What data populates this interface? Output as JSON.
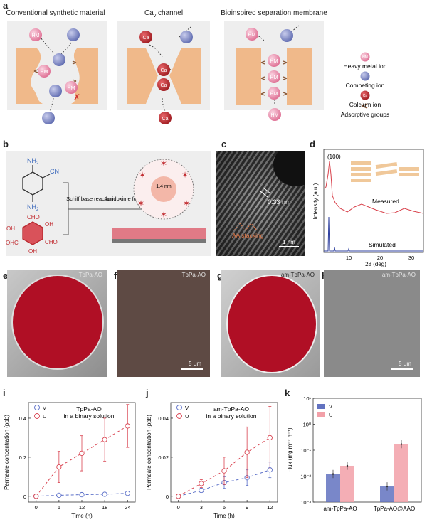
{
  "panel_a": {
    "label": "a",
    "titles": [
      "Conventional synthetic material",
      "Ca",
      "channel",
      "Bioinspired separation membrane"
    ],
    "ca_sub": "v",
    "ion_hm": "HM",
    "ion_ca": "Ca",
    "legend": [
      "Heavy metal ion",
      "Competing ion",
      "Calcium ion",
      "Adsorptive groups"
    ],
    "colors": {
      "orange": "#f0b98a",
      "pink": "#e87fa0",
      "blue": "#7b86c4",
      "red": "#c0282d",
      "gray": "#eeeeee"
    }
  },
  "panel_b": {
    "label": "b",
    "nh2_top": "NH",
    "nh2_sub": "2",
    "cn": "CN",
    "nh2_bottom": "NH",
    "cho": "CHO",
    "oh": "OH",
    "ohc": "OHC",
    "schiff": "Schiff base reaction",
    "amidoxime": "Amidoxime functionalization",
    "pore": "1.4 nm"
  },
  "panel_c": {
    "label": "c",
    "spacing": "0.33 nm",
    "stacking": "AA stacking",
    "scale": "1 nm"
  },
  "panel_d": {
    "label": "d",
    "peak": "(100)",
    "measured": "Measured",
    "simulated": "Simulated",
    "ylabel": "Intensity (a.u.)",
    "xlabel": "2θ (deg)",
    "xticks": [
      "10",
      "20",
      "30"
    ]
  },
  "panel_efgh": {
    "labels": [
      "e",
      "f",
      "g",
      "h"
    ],
    "names": [
      "TpPa-AO",
      "TpPa-AO",
      "am-TpPa-AO",
      "am-TpPa-AO"
    ],
    "scale": "5 μm"
  },
  "chart_data": [
    {
      "type": "line",
      "panel": "i",
      "title": "TpPa-AO in a binary solution",
      "xlabel": "Time (h)",
      "ylabel": "Permeate concentration (ppb)",
      "x": [
        0,
        6,
        12,
        18,
        24
      ],
      "xlim": [
        -2,
        26
      ],
      "ylim": [
        -0.03,
        0.48
      ],
      "yticks": [
        "0",
        "0.2",
        "0.4"
      ],
      "series": [
        {
          "name": "V",
          "color": "#5b6fc8",
          "values": [
            0.0,
            0.005,
            0.008,
            0.01,
            0.015
          ],
          "err": [
            0.003,
            0.008,
            0.008,
            0.008,
            0.008
          ]
        },
        {
          "name": "U",
          "color": "#d94350",
          "values": [
            0.0,
            0.15,
            0.22,
            0.29,
            0.36
          ],
          "err": [
            0.005,
            0.08,
            0.09,
            0.11,
            0.11
          ]
        }
      ]
    },
    {
      "type": "line",
      "panel": "j",
      "title": "am-TpPa-AO in a binary solution",
      "xlabel": "Time (h)",
      "ylabel": "Permeate concentration (ppb)",
      "x": [
        0,
        3,
        6,
        9,
        12
      ],
      "xlim": [
        -1,
        13
      ],
      "ylim": [
        -0.003,
        0.048
      ],
      "yticks": [
        "0",
        "0.02",
        "0.04"
      ],
      "series": [
        {
          "name": "V",
          "color": "#5b6fc8",
          "values": [
            0.0,
            0.003,
            0.007,
            0.0095,
            0.0135
          ],
          "err": [
            0.0005,
            0.001,
            0.003,
            0.004,
            0.004
          ]
        },
        {
          "name": "U",
          "color": "#d94350",
          "values": [
            0.0,
            0.0065,
            0.013,
            0.0225,
            0.03
          ],
          "err": [
            0.0005,
            0.002,
            0.007,
            0.013,
            0.016
          ]
        }
      ]
    },
    {
      "type": "bar",
      "panel": "k",
      "xlabel": "",
      "ylabel": "Flux (mg m⁻² h⁻¹)",
      "scale": "log",
      "ylim_exp": [
        -3,
        1
      ],
      "yticks": [
        "10⁻³",
        "10⁻²",
        "10⁻¹",
        "10⁰",
        "10¹"
      ],
      "categories": [
        "am-TpPa-AO",
        "TpPa-AO@AAO"
      ],
      "series": [
        {
          "name": "V",
          "color": "#6272c0",
          "values": [
            0.012,
            0.004
          ]
        },
        {
          "name": "U",
          "color": "#f2a0a8",
          "values": [
            0.025,
            0.17
          ]
        }
      ]
    }
  ]
}
